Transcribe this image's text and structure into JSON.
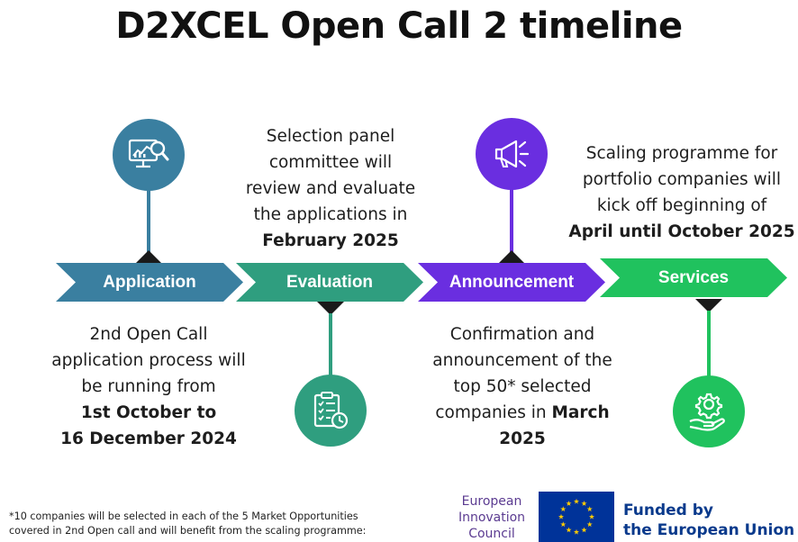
{
  "title": "D2XCEL Open Call 2 timeline",
  "stages": [
    {
      "label": "Application",
      "color": "#3a7fa0",
      "icon": "analytics-monitor-magnifier-icon",
      "text_lines": [
        "2nd Open Call",
        "application process will",
        "be running from"
      ],
      "bold_lines": [
        "1st October to",
        "16 December 2024"
      ]
    },
    {
      "label": "Evaluation",
      "color": "#2f9e7f",
      "icon": "checklist-clock-icon",
      "text_lines": [
        "Selection panel",
        "committee will",
        "review and evaluate",
        "the applications in"
      ],
      "bold_lines": [
        "February 2025"
      ]
    },
    {
      "label": "Announcement",
      "color": "#6a2ee0",
      "icon": "megaphone-icon",
      "text_lines": [
        "Confirmation and",
        "announcement of the",
        "top 50* selected"
      ],
      "mixed_line": {
        "normal": "companies in ",
        "bold": "March"
      },
      "bold_lines": [
        "2025"
      ]
    },
    {
      "label": "Services",
      "color": "#20c25e",
      "icon": "gear-hand-icon",
      "text_lines": [
        "Scaling programme  for",
        "portfolio companies will",
        "kick off beginning of"
      ],
      "bold_lines": [
        "April until October 2025"
      ]
    }
  ],
  "footnote": [
    "*10 companies will be selected in each of the 5 Market Opportunities",
    "covered in 2nd Open call and will benefit from the scaling programme:"
  ],
  "logos": {
    "eic": [
      "European",
      "Innovation",
      "Council"
    ],
    "eu_flag_icon": "eu-flag-icon",
    "funded_by": [
      "Funded by",
      "the European Union"
    ]
  },
  "colors": {
    "connector": "#1a1a1a",
    "eu_blue": "#003399",
    "eu_star": "#ffcc00",
    "eic_purple": "#5b3b91"
  }
}
